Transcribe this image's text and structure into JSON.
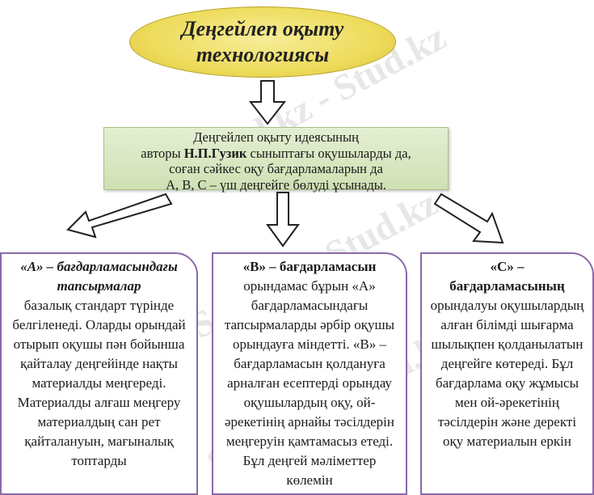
{
  "watermark": "Stud.kz - Stud.kz",
  "title": {
    "line1": "Деңгейлеп оқыту",
    "line2": "технологиясы"
  },
  "center": {
    "line1": "Деңгейлеп оқыту идеясының",
    "line2_prefix": "авторы ",
    "line2_bold": "Н.П.Гузик",
    "line2_suffix": " сыныптағы оқушыларды да,",
    "line3": "соған сәйкес оқу бағдарламаларын да",
    "line4": "А, В, С – үш деңгейге бөлуді ұсынады."
  },
  "cards": {
    "a": {
      "heading": "«А» – бағдарламасындағы тапсырмалар",
      "text": "базалық стандарт түрінде белгіленеді. Оларды орындай отырып оқушы пән бойынша қайталау деңгейінде нақты материалды меңгереді. Материалды алғаш меңгеру материалдың сан рет қайталануын, мағыналық топтарды"
    },
    "b": {
      "heading": "«В» – бағдарламасын",
      "text": "орындамас бұрын «А» бағдарламасындағы тапсырмаларды әрбір оқушы орындауға міндетті. «В» – бағдарламасын қолдануға арналған есептерді орындау оқушылардың оқу, ой-әрекетінің арнайы тәсілдерін меңгеруін қамтамасыз етеді. Бұл деңгей мәліметтер көлемін"
    },
    "c": {
      "heading": "«С» – бағдарламасының",
      "text": "орындалуы оқушылардың алған білімді шығарма шылықпен қолданылатын деңгейге көтереді. Бұл бағдарлама оқу жұмысы мен ой-әрекетінің тәсілдерін және деректі оқу материалын еркін"
    }
  }
}
